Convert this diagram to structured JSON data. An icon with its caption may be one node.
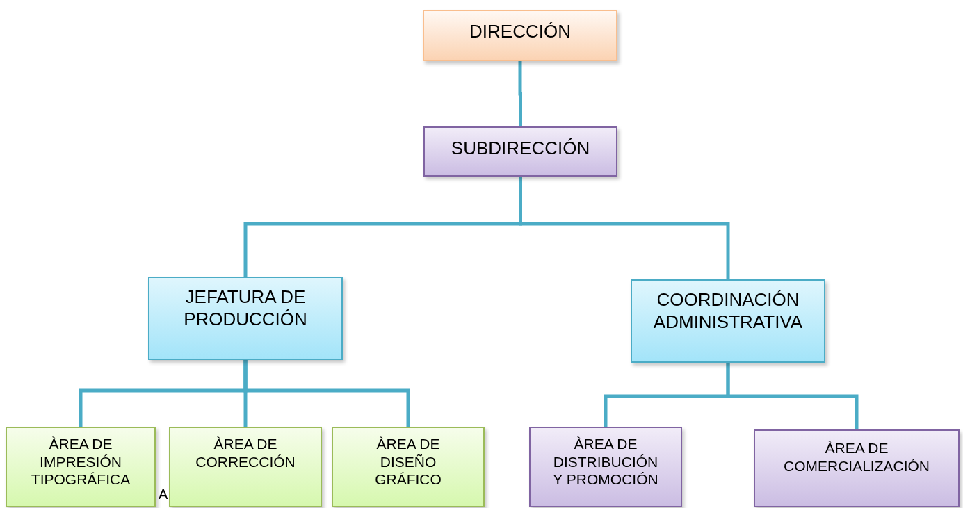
{
  "diagram": {
    "nodes": [
      {
        "text": [
          "DIRECCIÓN"
        ]
      },
      {
        "text": [
          "SUBDIRECCIÓN"
        ]
      },
      {
        "text": [
          "JEFATURA DE PRODUCCIÓN"
        ]
      },
      {
        "text": [
          "COORDINACIÓN ADMINISTRATIVA"
        ]
      },
      {
        "text": [
          "ÀREA DE IMPRESIÓN TIPOGRÁFICA"
        ]
      },
      {
        "text": [
          "ÀREA DE CORRECCIÓN"
        ]
      },
      {
        "text": [
          "ÀREA DE DISEÑO GRÁFICO"
        ]
      },
      {
        "text": [
          "ÀREA DE DISTRIBUCIÓN Y PROMOCIÓN"
        ]
      },
      {
        "text": [
          "ÀREA DE COMERCIALIZACIÓN"
        ]
      }
    ],
    "edges": [
      {
        "from": 0,
        "to": 1,
        "arrow": "none"
      },
      {
        "from": 1,
        "to": 2,
        "arrow": "none"
      },
      {
        "from": 1,
        "to": 3,
        "arrow": "none"
      },
      {
        "from": 2,
        "to": 4,
        "arrow": "none"
      },
      {
        "from": 2,
        "to": 5,
        "arrow": "none"
      },
      {
        "from": 2,
        "to": 6,
        "arrow": "none"
      },
      {
        "from": 3,
        "to": 7,
        "arrow": "none"
      },
      {
        "from": 3,
        "to": 8,
        "arrow": "none"
      }
    ],
    "labels": [
      "A"
    ]
  }
}
